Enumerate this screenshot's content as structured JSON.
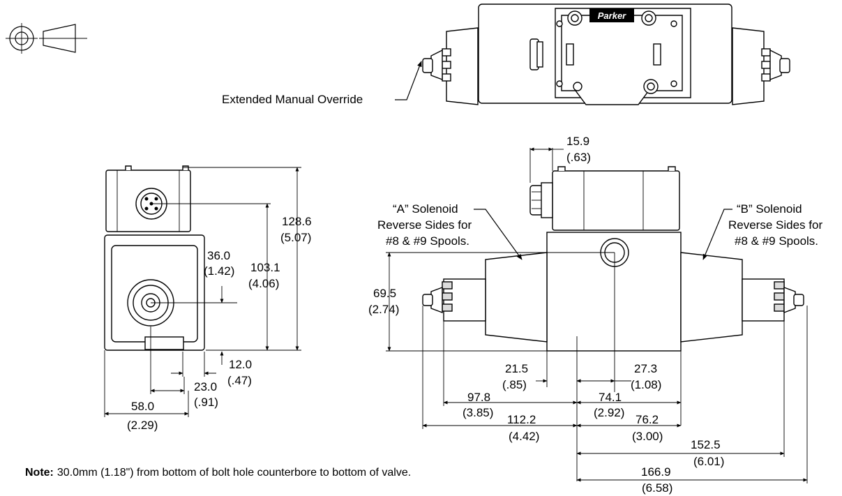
{
  "brand_label": "Parker",
  "callouts": {
    "extended_override": "Extended Manual Override",
    "a_solenoid": [
      "“A” Solenoid",
      "Reverse Sides for",
      "#8 & #9 Spools."
    ],
    "b_solenoid": [
      "“B” Solenoid",
      "Reverse Sides for",
      "#8 & #9 Spools."
    ]
  },
  "dimensions": {
    "d_15_9": [
      "15.9",
      "(.63)"
    ],
    "d_128_6": [
      "128.6",
      "(5.07)"
    ],
    "d_36_0": [
      "36.0",
      "(1.42)"
    ],
    "d_103_1": [
      "103.1",
      "(4.06)"
    ],
    "d_69_5": [
      "69.5",
      "(2.74)"
    ],
    "d_12_0": [
      "12.0",
      "(.47)"
    ],
    "d_23_0": [
      "23.0",
      "(.91)"
    ],
    "d_58_0": [
      "58.0",
      "(2.29)"
    ],
    "d_21_5": [
      "21.5",
      "(.85)"
    ],
    "d_27_3": [
      "27.3",
      "(1.08)"
    ],
    "d_97_8": [
      "97.8",
      "(3.85)"
    ],
    "d_74_1": [
      "74.1",
      "(2.92)"
    ],
    "d_112_2": [
      "112.2",
      "(4.42)"
    ],
    "d_76_2": [
      "76.2",
      "(3.00)"
    ],
    "d_152_5": [
      "152.5",
      "(6.01)"
    ],
    "d_166_9": [
      "166.9",
      "(6.58)"
    ]
  },
  "note": {
    "label": "Note:",
    "text": "30.0mm (1.18\") from bottom of bolt hole counterbore to bottom of valve."
  }
}
